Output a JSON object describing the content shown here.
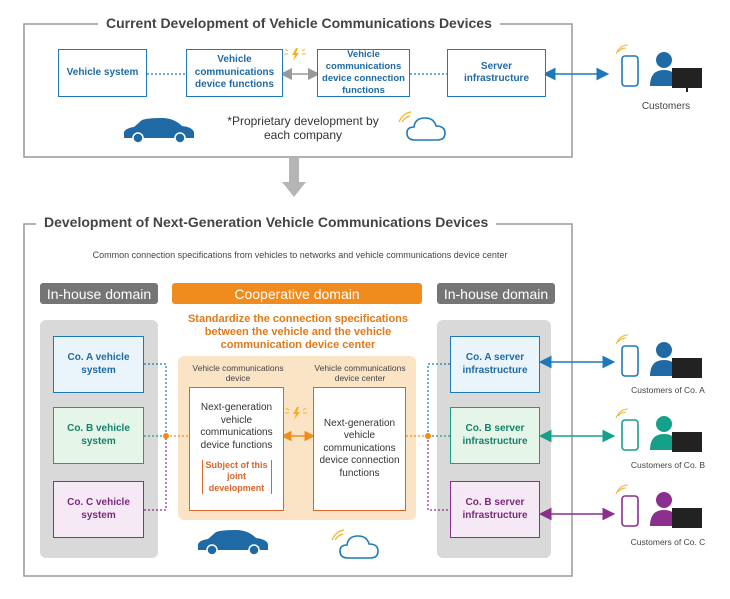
{
  "current": {
    "title": "Current Development of Vehicle Communications Devices",
    "boxes": {
      "vehicle_system": "Vehicle system",
      "device_functions": "Vehicle communications device functions",
      "connection_functions": "Vehicle communications device connection functions",
      "server": "Server infrastructure"
    },
    "note": "*Proprietary development by each company",
    "customers": "Customers"
  },
  "next": {
    "title": "Development of Next-Generation Vehicle Communications Devices",
    "subtitle": "Common connection specifications from vehicles to networks and vehicle communications device center",
    "left_domain": "In-house domain",
    "coop_domain": "Cooperative domain",
    "right_domain": "In-house domain",
    "standardize": "Standardize the connection specifications between the vehicle and the vehicle communication device center",
    "device_label": "Vehicle communications device",
    "center_label": "Vehicle communications device center",
    "next_gen_functions": "Next-generation vehicle communications device functions",
    "subject": "Subject of this joint development",
    "next_gen_connection": "Next-generation vehicle communications device connection functions",
    "companies": [
      {
        "vehicle": "Co. A vehicle system",
        "server": "Co. A server infrastructure",
        "customers": "Customers of Co. A",
        "color": "#1f79b8",
        "fill": "#eaf4fb"
      },
      {
        "vehicle": "Co. B vehicle system",
        "server": "Co. B server infrastructure",
        "customers": "Customers of Co. B",
        "color": "#16a08c",
        "fill": "#e5f6e8"
      },
      {
        "vehicle": "Co. C vehicle system",
        "server": "Co. B server infrastructure",
        "customers": "Customers of Co. C",
        "color": "#8b2f8f",
        "fill": "#f6e9f6"
      }
    ]
  },
  "colors": {
    "blue": "#1f79b8",
    "orange": "#f08c1e",
    "grey_bar": "#757575",
    "grey_panel": "#d9d9d9",
    "coop_panel": "#fbe3c6"
  }
}
